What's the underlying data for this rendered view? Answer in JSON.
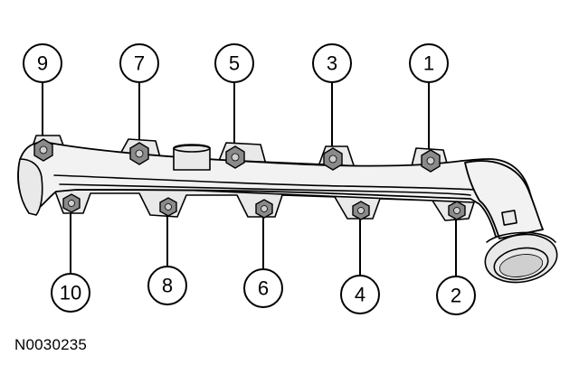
{
  "figure_code": "N0030235",
  "callouts": [
    {
      "label": "1"
    },
    {
      "label": "2"
    },
    {
      "label": "3"
    },
    {
      "label": "4"
    },
    {
      "label": "5"
    },
    {
      "label": "6"
    },
    {
      "label": "7"
    },
    {
      "label": "8"
    },
    {
      "label": "9"
    },
    {
      "label": "10"
    }
  ]
}
